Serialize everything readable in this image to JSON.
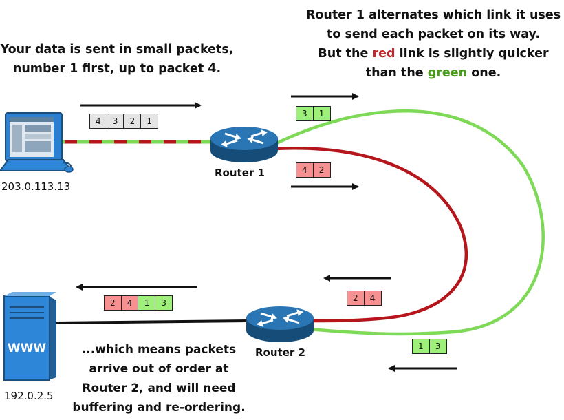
{
  "caption_left": [
    "Your data is sent in small packets,",
    "number 1 first, up to packet 4."
  ],
  "caption_right": {
    "line1": "Router 1 alternates which link it uses",
    "line2": "to send each packet on its way.",
    "line3_pre": "But the ",
    "line3_red": "red",
    "line3_post": " link is slightly quicker",
    "line4_pre": "than the ",
    "line4_green": "green",
    "line4_post": " one."
  },
  "caption_bottom": [
    "...which means packets",
    "arrive out of order at",
    "Router 2, and will need",
    "buffering and re-ordering."
  ],
  "labels": {
    "router1": "Router 1",
    "router2": "Router 2",
    "source_ip": "203.0.113.13",
    "server_ip": "192.0.2.5",
    "server_text": "WWW"
  },
  "packets": {
    "source": [
      "4",
      "3",
      "2",
      "1"
    ],
    "green_outbound": [
      "3",
      "1"
    ],
    "red_outbound": [
      "4",
      "2"
    ],
    "red_return": [
      "2",
      "4"
    ],
    "green_return": [
      "1",
      "3"
    ],
    "destination": [
      "2",
      "4",
      "1",
      "3"
    ]
  },
  "colors": {
    "red_link": "#b5161c",
    "green_link": "#7ed957",
    "black_link": "#111111",
    "router": "#1b5f92",
    "screen": "#2e86d9"
  }
}
